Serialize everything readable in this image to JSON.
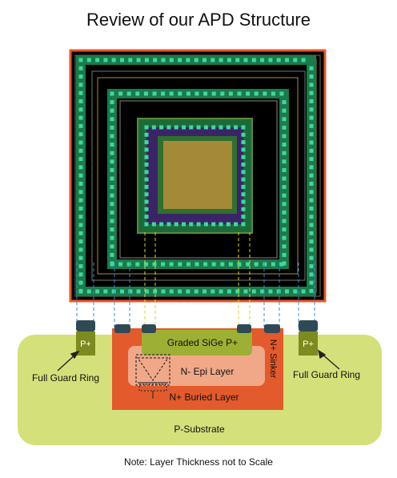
{
  "title": "Review of our APD Structure",
  "labels": {
    "left_contact": "P+",
    "right_contact": "P+",
    "left_guard": "Full Guard Ring",
    "right_guard": "Full Guard Ring",
    "graded": "Graded SiGe P+",
    "epi": "N- Epi Layer",
    "buried": "N+ Buried Layer",
    "sinker": "N+ Sinker",
    "substrate": "P-Substrate"
  },
  "note": "Note: Layer Thickness not to Scale",
  "colors": {
    "layout_border": "#e8572a",
    "via": "#3fd8a0",
    "via_band": "#1a7a4a",
    "substrate": "#d4e07a",
    "buried": "#e35a2c",
    "epi": "#f0a888",
    "graded": "#9db033",
    "pcontact": "#7c8a1e",
    "metal_cap": "#2f4a55",
    "active_center": "#a48a38"
  }
}
